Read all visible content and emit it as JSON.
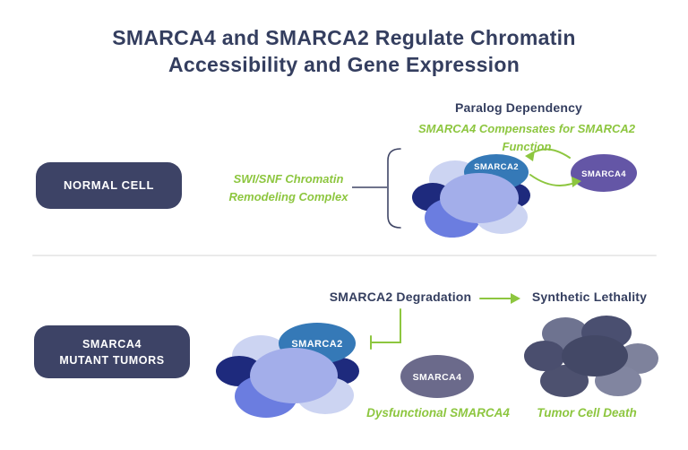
{
  "title": {
    "line1": "SMARCA4 and SMARCA2 Regulate Chromatin",
    "line2": "Accessibility and Gene Expression"
  },
  "top_section": {
    "cell_label": "NORMAL CELL",
    "complex_caption_line1": "SWI/SNF Chromatin",
    "complex_caption_line2": "Remodeling Complex",
    "heading": "Paralog Dependency",
    "subheading": "SMARCA4 Compensates for SMARCA2 Function",
    "smarca2_label": "SMARCA2",
    "smarca4_label": "SMARCA4"
  },
  "bottom_section": {
    "cell_label_line1": "SMARCA4",
    "cell_label_line2": "MUTANT TUMORS",
    "degradation_heading": "SMARCA2 Degradation",
    "lethality_heading": "Synthetic Lethality",
    "smarca2_label": "SMARCA2",
    "smarca4_label": "SMARCA4",
    "dysfunctional_caption": "Dysfunctional SMARCA4",
    "tumor_death_caption": "Tumor Cell Death"
  },
  "colors": {
    "navy_text": "#343e5f",
    "box_bg": "#3d4366",
    "green": "#8dc63f",
    "smarca2_blue": "#3579b7",
    "smarca4_purple": "#6456a6",
    "cluster_navy": "#1e2a7d",
    "cluster_periwinkle": "#a3aeea",
    "cluster_blue": "#6b7de0",
    "cluster_lavender": "#ccd4f2",
    "smarca4_gray": "#6b6a8b",
    "tumor_center": "#434866",
    "tumor_dark": "#4a4f70",
    "tumor_dark2": "#4d516f",
    "tumor_left": "#4a4e6e",
    "tumor_medium": "#6e7390",
    "tumor_light": "#8185a0",
    "tumor_light2": "#7e829c",
    "bracket": "#3f4565",
    "divider": "#eaeaea",
    "white": "#ffffff"
  }
}
